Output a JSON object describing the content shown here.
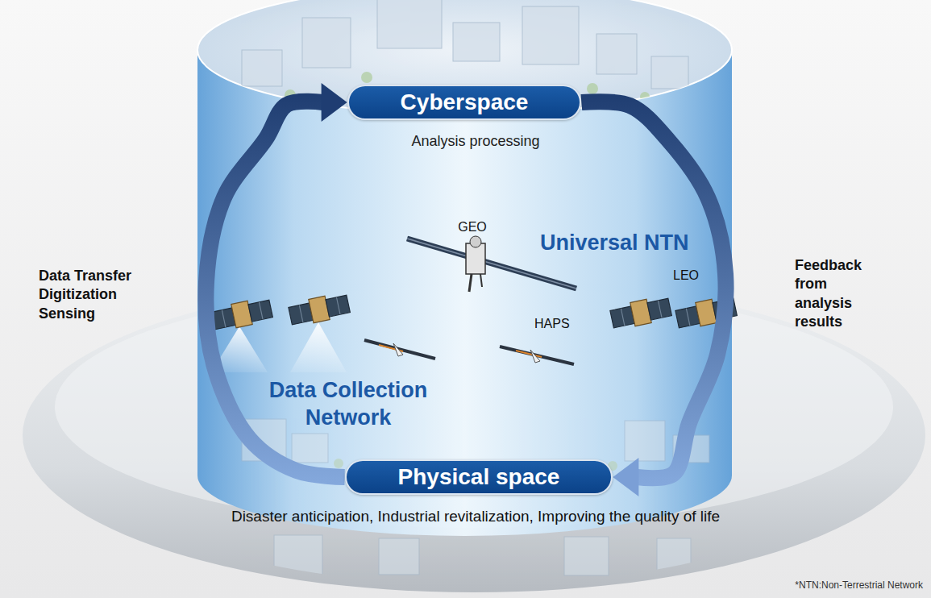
{
  "diagram": {
    "nodes": [
      {
        "text": [
          "Cyberspace"
        ]
      },
      {
        "text": [
          "Physical space"
        ]
      }
    ],
    "edges": [
      {
        "from": 1,
        "to": 0,
        "arrow": "to",
        "label": "Data Transfer Digitization Sensing"
      },
      {
        "from": 0,
        "to": 1,
        "arrow": "to",
        "label": "Feedback from analysis results"
      }
    ],
    "labels": [
      "Analysis processing",
      "GEO",
      "Universal NTN",
      "LEO",
      "HAPS",
      "Data Collection Network",
      "Disaster anticipation, Industrial revitalization, Improving the quality of life",
      "*NTN:Non-Terrestrial Network"
    ]
  }
}
